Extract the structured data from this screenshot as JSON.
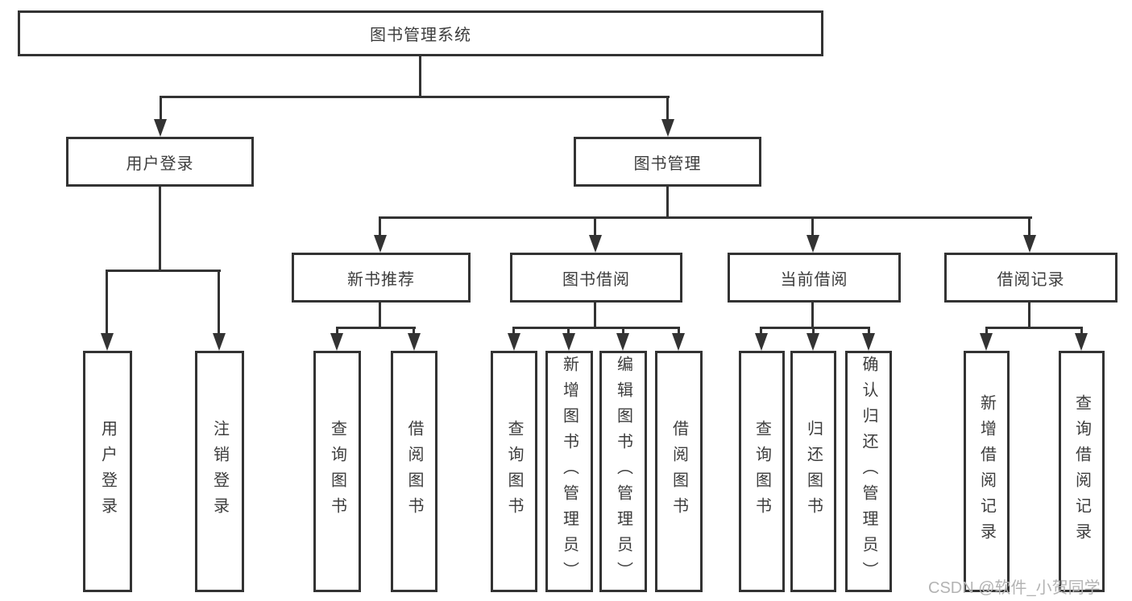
{
  "diagram": {
    "root": "图书管理系统",
    "branches": [
      {
        "label": "用户登录",
        "leaves": [
          "用户登录",
          "注销登录"
        ]
      },
      {
        "label": "图书管理",
        "sections": [
          {
            "label": "新书推荐",
            "leaves": [
              "查询图书",
              "借阅图书"
            ]
          },
          {
            "label": "图书借阅",
            "leaves": [
              "查询图书",
              "新增图书（管理员）",
              "编辑图书（管理员）",
              "借阅图书"
            ]
          },
          {
            "label": "当前借阅",
            "leaves": [
              "查询图书",
              "归还图书",
              "确认归还（管理员）"
            ]
          },
          {
            "label": "借阅记录",
            "leaves": [
              "新增借阅记录",
              "查询借阅记录"
            ]
          }
        ]
      }
    ]
  },
  "watermark": {
    "text": "CSDN @软件_小贺同学"
  },
  "colors": {
    "line": "#333333",
    "text": "#3d3d3d",
    "background": "#ffffff",
    "watermark": "#b3b3b3"
  }
}
